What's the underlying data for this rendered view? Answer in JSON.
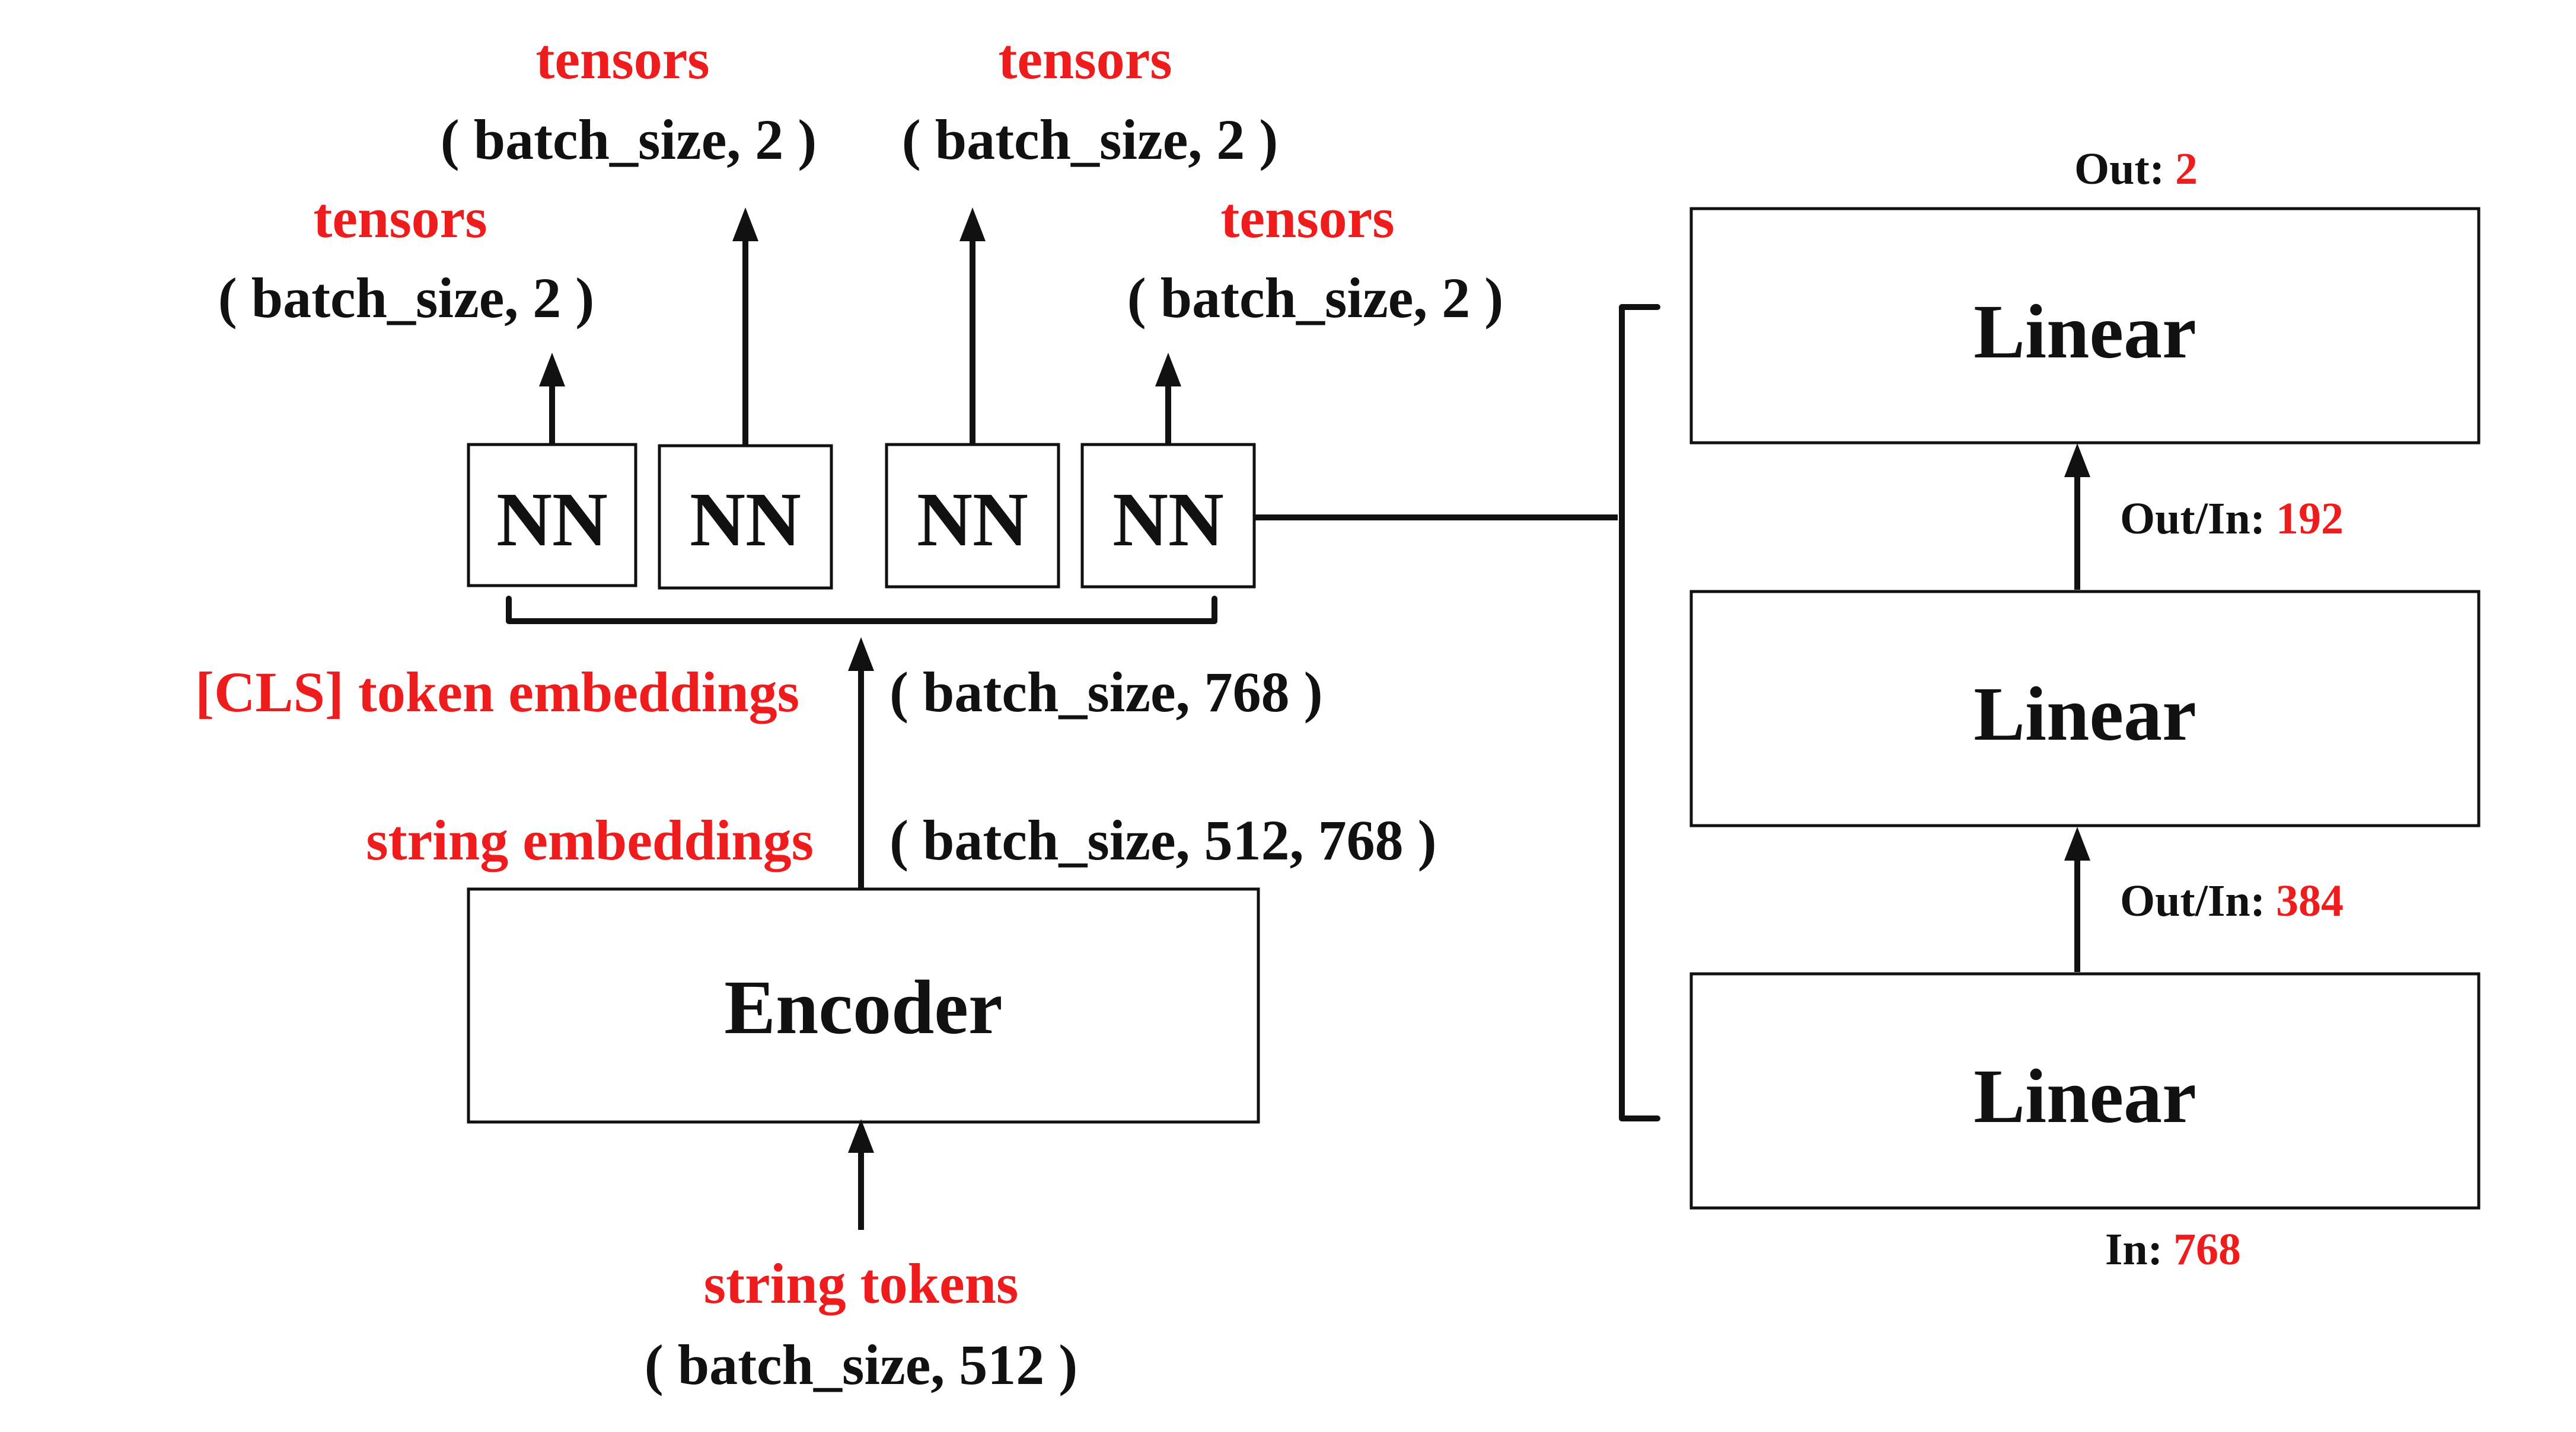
{
  "encoder": {
    "label": "Encoder",
    "input_label": "string tokens",
    "input_shape": "( batch_size, 512 )",
    "output_label": "string embeddings",
    "output_shape": "( batch_size, 512, 768 )"
  },
  "cls": {
    "label": "[CLS] token embeddings",
    "shape": "( batch_size, 768 )"
  },
  "heads": [
    {
      "label": "NN",
      "output_label": "tensors",
      "output_shape": "( batch_size, 2 )"
    },
    {
      "label": "NN",
      "output_label": "tensors",
      "output_shape": "( batch_size, 2 )"
    },
    {
      "label": "NN",
      "output_label": "tensors",
      "output_shape": "( batch_size, 2 )"
    },
    {
      "label": "NN",
      "output_label": "tensors",
      "output_shape": "( batch_size, 2 )"
    }
  ],
  "mlp": {
    "layers": [
      {
        "label": "Linear"
      },
      {
        "label": "Linear"
      },
      {
        "label": "Linear"
      }
    ],
    "out": {
      "prefix": "Out:",
      "value": "2"
    },
    "between_top": {
      "prefix": "Out/In:",
      "value": "192"
    },
    "between_bottom": {
      "prefix": "Out/In:",
      "value": "384"
    },
    "in": {
      "prefix": "In:",
      "value": "768"
    }
  },
  "colors": {
    "highlight": "#ee1c1c",
    "ink": "#111111"
  }
}
